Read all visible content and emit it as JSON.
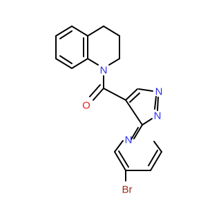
{
  "atoms": {
    "n_quinoline": "N",
    "o_carbonyl": "O",
    "n_pyrazole_top": "N",
    "n_bridge": "N",
    "n_pyrimidine": "N",
    "br": "Br"
  },
  "colors": {
    "nitrogen": "#2f2ff0",
    "oxygen": "#ee1c1c",
    "bromine": "#9a2a12",
    "bond": "#000000"
  }
}
